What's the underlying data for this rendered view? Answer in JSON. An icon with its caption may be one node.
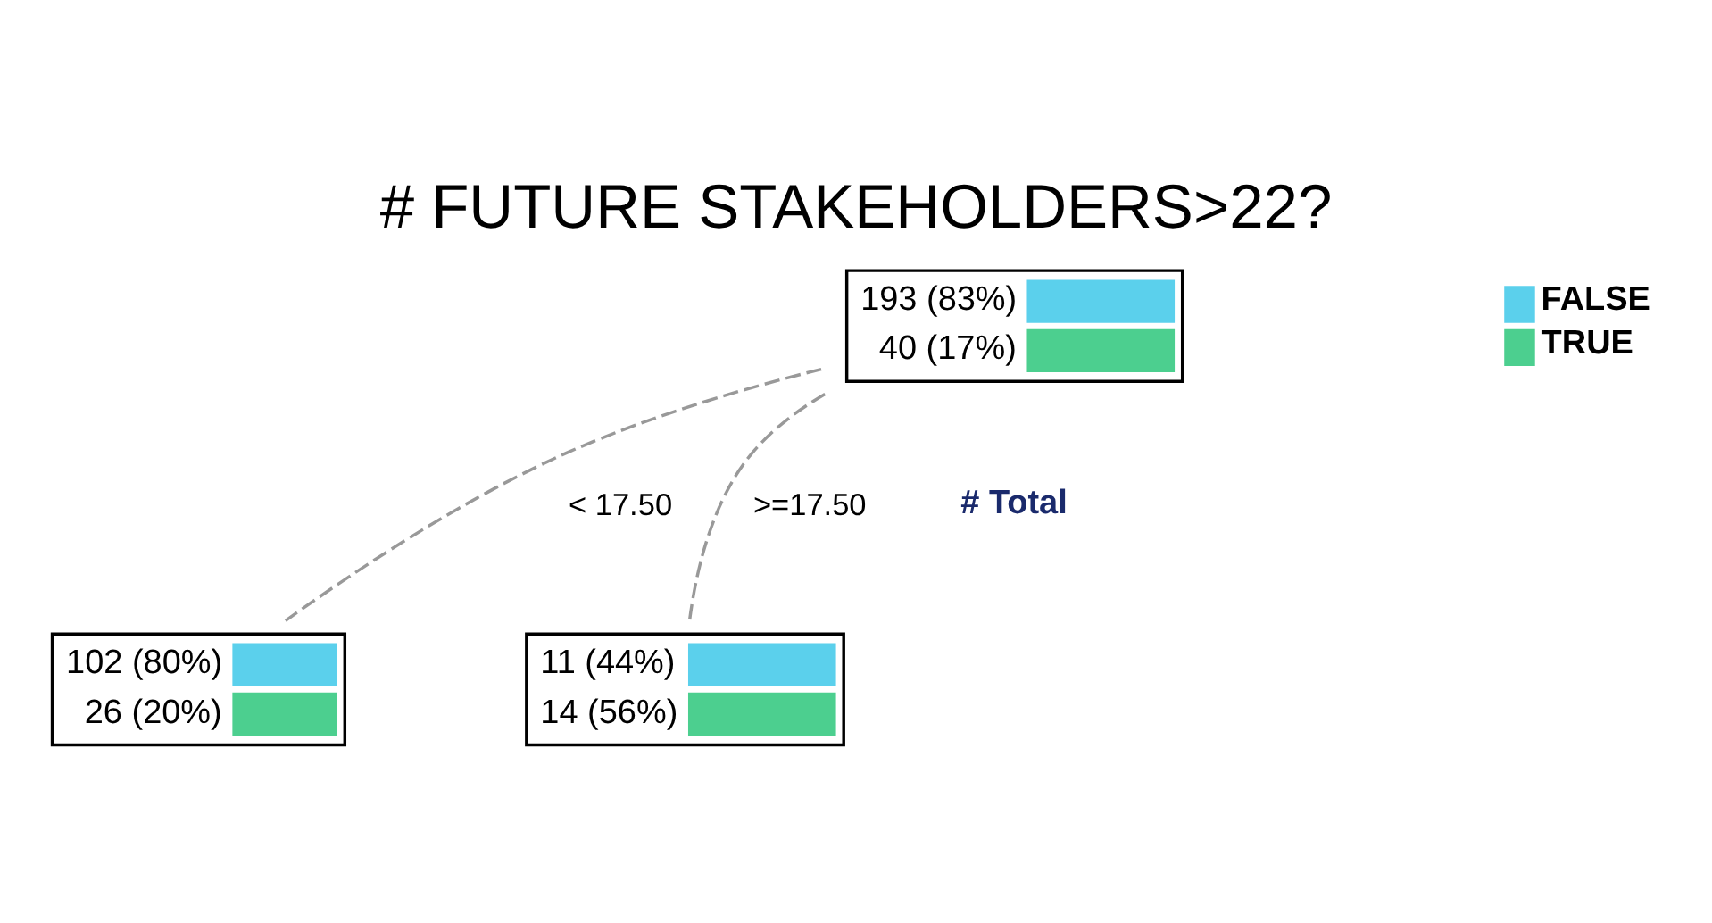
{
  "diagram": {
    "title": "# FUTURE STAKEHOLDERS>22?",
    "nodes": [
      {
        "text": [
          "193 (83%)",
          "40 (17%)"
        ]
      },
      {
        "text": [
          "102 (80%)",
          "26 (20%)"
        ]
      },
      {
        "text": [
          "11 (44%)",
          "14 (56%)"
        ]
      }
    ],
    "edges": [
      {
        "from": 0,
        "to": 1,
        "arrow": "none",
        "label": "< 17.50",
        "style": "dashed"
      },
      {
        "from": 0,
        "to": 2,
        "arrow": "none",
        "label": ">=17.50",
        "style": "dashed"
      }
    ],
    "labels": [
      "# Total"
    ],
    "legend": [
      {
        "text": "FALSE",
        "color": "#5bd0ec"
      },
      {
        "text": "TRUE",
        "color": "#4ccf8f"
      }
    ]
  }
}
